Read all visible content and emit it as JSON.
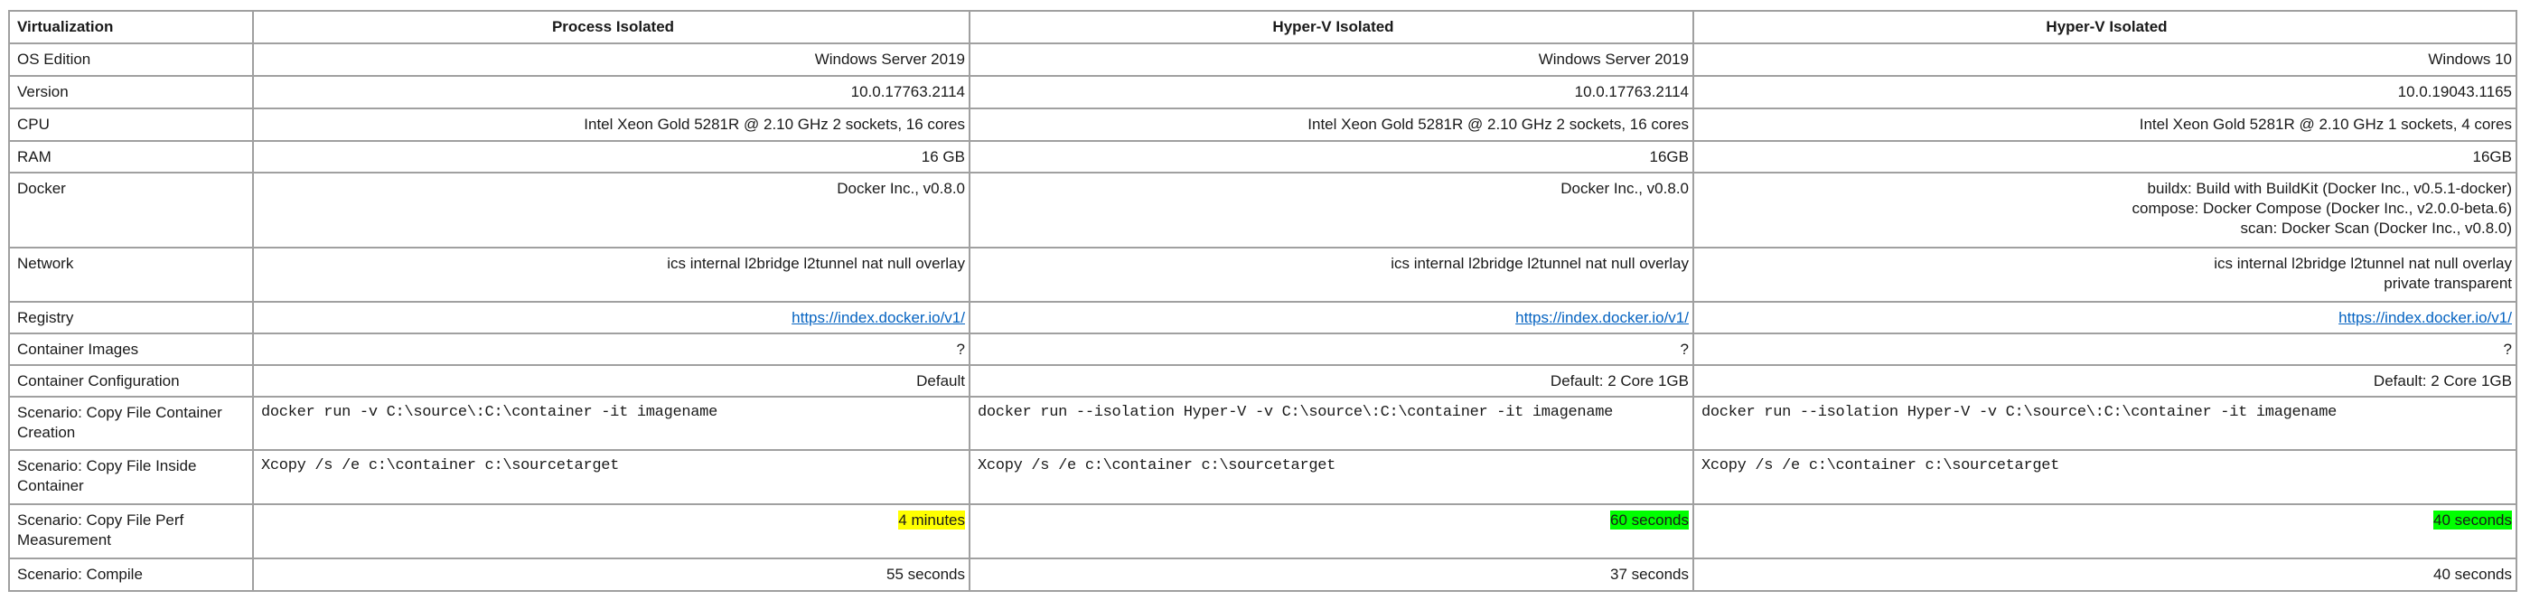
{
  "table": {
    "header": {
      "label": "Virtualization",
      "columns": [
        "Process Isolated",
        "Hyper-V Isolated",
        "Hyper-V Isolated"
      ]
    },
    "rows": {
      "os_edition": {
        "label": "OS Edition",
        "values": [
          "Windows Server 2019",
          "Windows Server 2019",
          "Windows 10"
        ]
      },
      "version": {
        "label": "Version",
        "values": [
          "10.0.17763.2114",
          "10.0.17763.2114",
          "10.0.19043.1165"
        ]
      },
      "cpu": {
        "label": "CPU",
        "values": [
          "Intel Xeon Gold 5281R @ 2.10 GHz 2 sockets, 16 cores",
          "Intel Xeon Gold 5281R @ 2.10 GHz 2 sockets, 16 cores",
          "Intel Xeon Gold 5281R @ 2.10 GHz 1 sockets, 4 cores"
        ]
      },
      "ram": {
        "label": "RAM",
        "values": [
          "16 GB",
          "16GB",
          "16GB"
        ]
      },
      "docker": {
        "label": "Docker",
        "values": [
          "Docker Inc., v0.8.0",
          "Docker Inc., v0.8.0"
        ],
        "hyperv_win10_lines": [
          "buildx: Build with BuildKit (Docker Inc., v0.5.1-docker)",
          "compose: Docker Compose (Docker Inc., v2.0.0-beta.6)",
          "scan: Docker Scan (Docker Inc., v0.8.0)"
        ]
      },
      "network": {
        "label": "Network",
        "values": [
          "ics internal l2bridge l2tunnel nat null overlay",
          "ics internal l2bridge l2tunnel nat null overlay"
        ],
        "hyperv_win10_lines": [
          "ics internal l2bridge l2tunnel nat null overlay",
          "private transparent"
        ]
      },
      "registry": {
        "label": "Registry",
        "values": [
          "https://index.docker.io/v1/",
          "https://index.docker.io/v1/",
          "https://index.docker.io/v1/"
        ]
      },
      "container_images": {
        "label": "Container Images",
        "values": [
          "?",
          "?",
          "?"
        ]
      },
      "container_configuration": {
        "label": "Container Configuration",
        "values": [
          "Default",
          "Default: 2 Core 1GB",
          "Default: 2 Core 1GB"
        ]
      },
      "copy_file_creation": {
        "label": "Scenario: Copy File Container Creation",
        "values": [
          "docker run -v C:\\source\\:C:\\container -it imagename",
          "docker run --isolation Hyper-V -v C:\\source\\:C:\\container -it imagename",
          "docker run --isolation Hyper-V -v C:\\source\\:C:\\container -it imagename"
        ]
      },
      "copy_file_inside": {
        "label": "Scenario: Copy File Inside Container",
        "values": [
          "Xcopy /s /e c:\\container c:\\sourcetarget",
          "Xcopy /s /e c:\\container c:\\sourcetarget",
          "Xcopy /s /e c:\\container c:\\sourcetarget"
        ]
      },
      "copy_file_perf": {
        "label": "Scenario: Copy File Perf Measurement",
        "values": [
          "4 minutes",
          "60 seconds",
          "40 seconds"
        ],
        "highlight_colors": [
          "#ffff00",
          "#00ff00",
          "#00ff00"
        ]
      },
      "compile": {
        "label": "Scenario: Compile",
        "values": [
          "55 seconds",
          "37 seconds",
          "40 seconds"
        ]
      }
    }
  },
  "colors": {
    "border": "#a0a0a0",
    "link": "#0563c1",
    "spellcheck_underline": "#e02020",
    "highlight_yellow": "#ffff00",
    "highlight_green": "#00ff00"
  }
}
